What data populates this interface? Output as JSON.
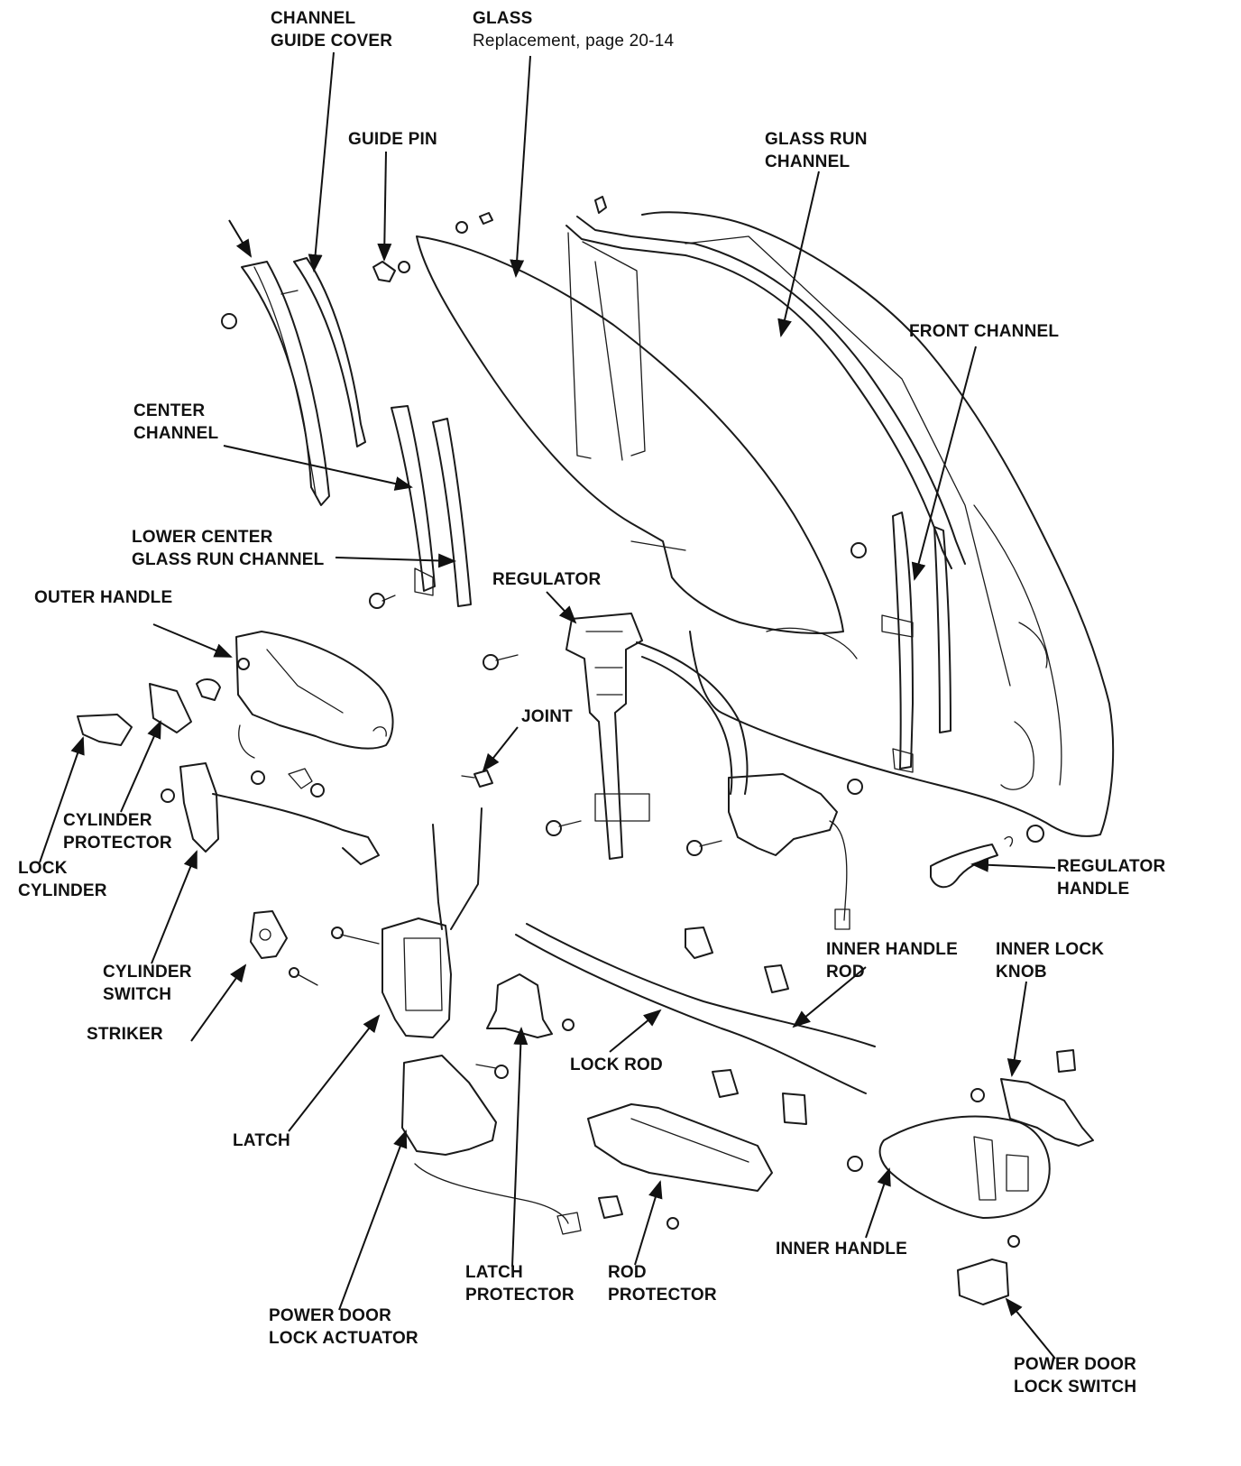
{
  "labels": {
    "channel_guide_cover": [
      "CHANNEL",
      "GUIDE COVER"
    ],
    "glass": "GLASS",
    "glass_ref": "Replacement, page 20-14",
    "guide_pin": "GUIDE PIN",
    "glass_run_channel": [
      "GLASS RUN",
      "CHANNEL"
    ],
    "front_channel": "FRONT CHANNEL",
    "center_channel": [
      "CENTER",
      "CHANNEL"
    ],
    "lower_center_glass_run_channel": [
      "LOWER CENTER",
      "GLASS RUN CHANNEL"
    ],
    "outer_handle": "OUTER HANDLE",
    "regulator": "REGULATOR",
    "joint": "JOINT",
    "cylinder_protector": [
      "CYLINDER",
      "PROTECTOR"
    ],
    "lock_cylinder": [
      "LOCK",
      "CYLINDER"
    ],
    "regulator_handle": [
      "REGULATOR",
      "HANDLE"
    ],
    "cylinder_switch": [
      "CYLINDER",
      "SWITCH"
    ],
    "inner_handle_rod": [
      "INNER HANDLE",
      "ROD"
    ],
    "inner_lock_knob": [
      "INNER LOCK",
      "KNOB"
    ],
    "striker": "STRIKER",
    "lock_rod": "LOCK ROD",
    "latch": "LATCH",
    "inner_handle": "INNER HANDLE",
    "latch_protector": [
      "LATCH",
      "PROTECTOR"
    ],
    "rod_protector": [
      "ROD",
      "PROTECTOR"
    ],
    "power_door_lock_actuator": [
      "POWER DOOR",
      "LOCK ACTUATOR"
    ],
    "power_door_lock_switch": [
      "POWER DOOR",
      "LOCK SWITCH"
    ]
  }
}
